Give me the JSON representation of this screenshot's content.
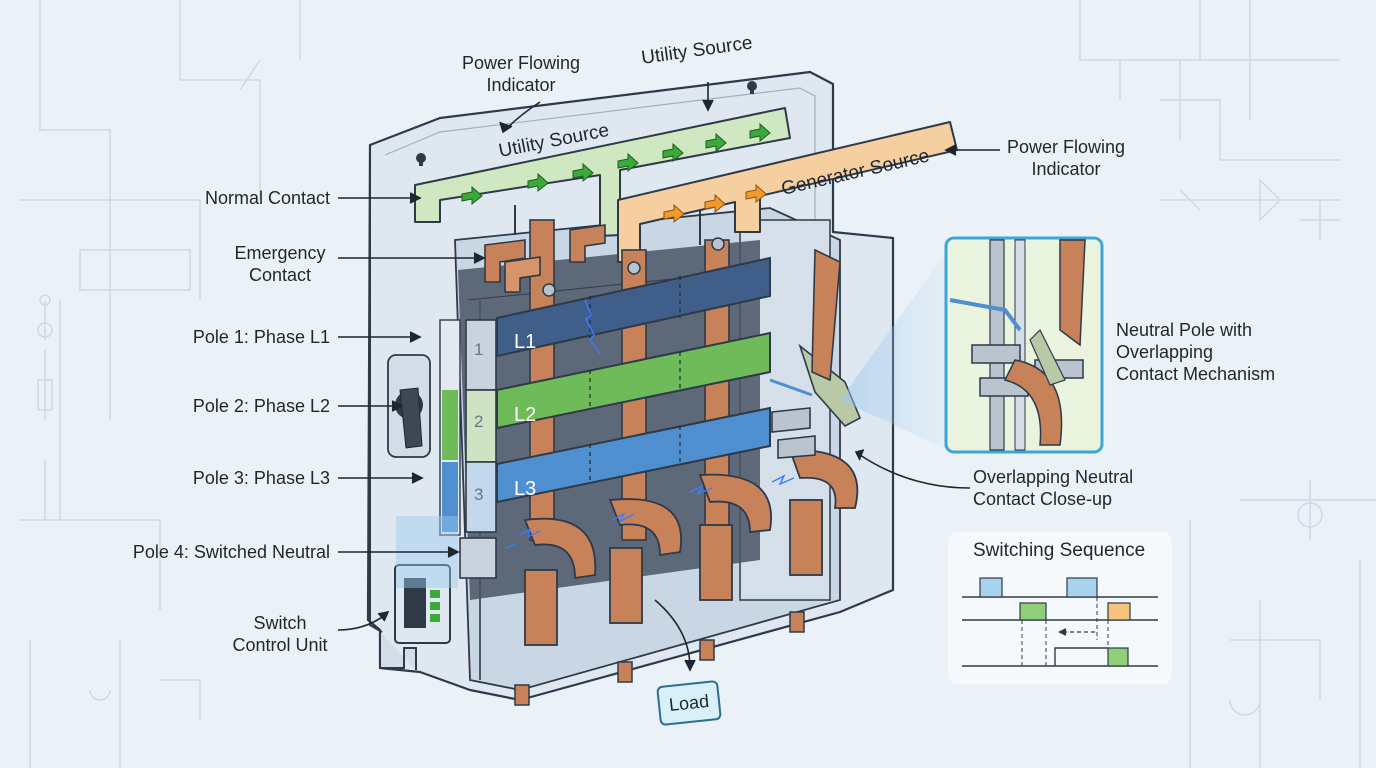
{
  "labels": {
    "power_flowing_indicator_top": [
      "Power Flowing",
      "Indicator"
    ],
    "utility_source_top": "Utility Source",
    "utility_source_bar": "Utility Source",
    "generator_source_bar": "Generator Source",
    "power_flowing_indicator_right": [
      "Power Flowing",
      "Indicator"
    ],
    "normal_contact": "Normal Contact",
    "emergency_contact": [
      "Emergency",
      "Contact"
    ],
    "pole_1": "Pole 1: Phase L1",
    "pole_2": "Pole 2: Phase L2",
    "pole_3": "Pole 3: Phase L3",
    "pole_4": "Pole 4: Switched Neutral",
    "switch_control_unit": [
      "Switch",
      "Control Unit"
    ],
    "load": "Load",
    "neutral_pole": [
      "Neutral Pole with",
      "Overlapping",
      "Contact Mechanism"
    ],
    "overlapping_closeup": [
      "Overlapping Neutral",
      "Contact Close-up"
    ],
    "switching_sequence": "Switching Sequence"
  },
  "bars": {
    "l1": "L1",
    "l2": "L2",
    "l3": "L3"
  },
  "pole_numbers": [
    "1",
    "2",
    "3"
  ],
  "colors": {
    "phase_l1": "#3f5f8a",
    "phase_l2": "#6fbb5a",
    "phase_l3": "#4f8fcf",
    "utility_bus": "#cfe8c2",
    "generator_bus": "#f6cfa0",
    "copper": "#c8825a",
    "utility_arrow": "#3aaa3a",
    "generator_arrow": "#f09a2a",
    "enclosure": "#dce6f0",
    "outline": "#2e3a48",
    "spark": "#3b7cff"
  },
  "icons": [
    "flow-arrow-icon",
    "spark-icon",
    "mounting-hole-icon",
    "rotary-handle-icon",
    "screw-icon"
  ]
}
